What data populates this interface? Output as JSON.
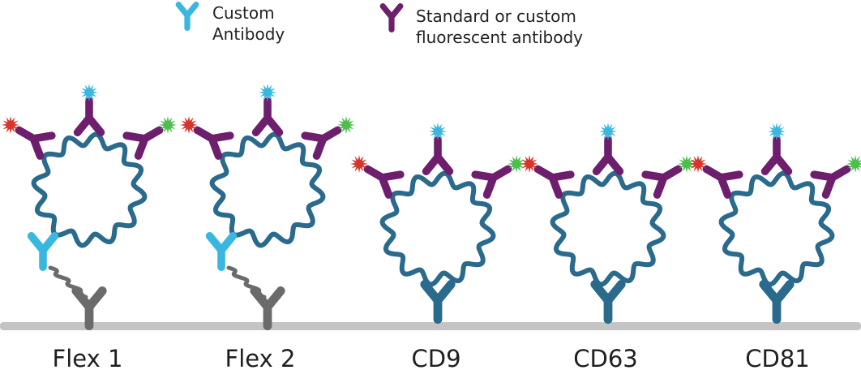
{
  "legend": {
    "custom": {
      "line1": "Custom",
      "line2": "Antibody",
      "color": "#3ab7e0"
    },
    "standard": {
      "line1": "Standard or custom",
      "line2": "fluorescent antibody",
      "color": "#6d1f6e"
    }
  },
  "colors": {
    "vesicle": "#2a6a8c",
    "surface": "#c4c4c4",
    "linker": "#6b6b6b",
    "fluor_red": "#d9342b",
    "fluor_cyan": "#3ab7e0",
    "fluor_green": "#4cbf4c"
  },
  "vesicles": [
    {
      "label": "Flex 1",
      "capture": "custom-antibody-linker"
    },
    {
      "label": "Flex 2",
      "capture": "custom-antibody-linker"
    },
    {
      "label": "CD9",
      "capture": "capture-antibody"
    },
    {
      "label": "CD63",
      "capture": "capture-antibody"
    },
    {
      "label": "CD81",
      "capture": "capture-antibody"
    }
  ]
}
